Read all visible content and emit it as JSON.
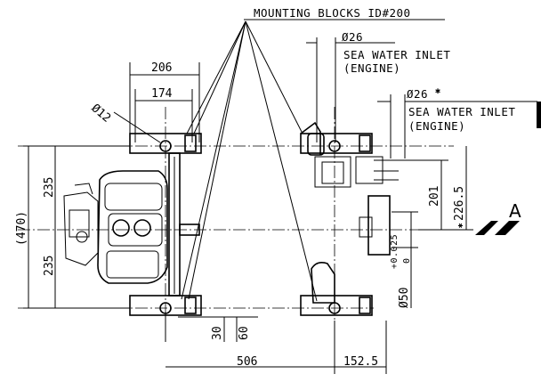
{
  "labels": {
    "mounting_blocks": "MOUNTING BLOCKS ID#200",
    "inlet1_dia": "Ø26",
    "inlet1_line1": "SEA WATER INLET",
    "inlet1_line2": "(ENGINE)",
    "inlet2_dia": "Ø26",
    "inlet2_mark": "✱",
    "inlet2_line1": "SEA WATER INLET",
    "inlet2_line2": "(ENGINE)",
    "view_letter": "A",
    "hole_dia": "Ø12"
  },
  "dimensions": {
    "d206": "206",
    "d174": "174",
    "d470": "(470)",
    "d235_top": "235",
    "d235_bottom": "235",
    "d201": "201",
    "d226": "226.5",
    "d226_mark": "✱",
    "d30": "30",
    "d60": "60",
    "d506": "506",
    "d152": "152.5",
    "shaft_dia": "Ø50",
    "shaft_tol_upper": "+0.025",
    "shaft_tol_lower": "0"
  },
  "icons": {
    "view_arrow": "view-direction-arrow-icon",
    "asterisk": "asterisk-icon"
  }
}
